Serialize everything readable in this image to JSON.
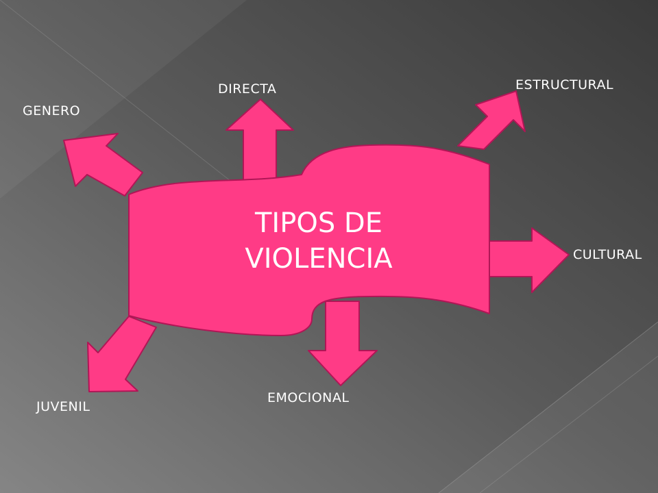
{
  "diagram": {
    "center": {
      "line1": "TIPOS DE",
      "line2": "VIOLENCIA"
    },
    "branches": {
      "directa": "DIRECTA",
      "estructural": "ESTRUCTURAL",
      "genero": "GENERO",
      "cultural": "CULTURAL",
      "juvenil": "JUVENIL",
      "emocional": "EMOCIONAL"
    }
  },
  "colors": {
    "background_dark": "#3c3c3c",
    "background_light": "#7a7a7a",
    "shape_fill": "#ff3b86",
    "shape_stroke": "#b01656",
    "text": "#ffffff"
  }
}
